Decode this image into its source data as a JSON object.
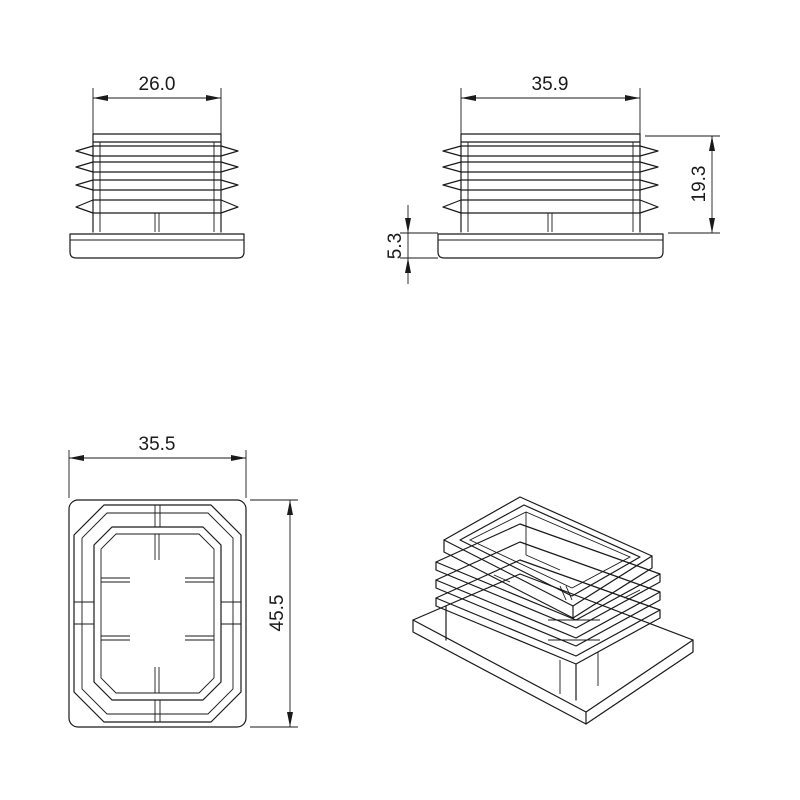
{
  "views": {
    "front": {
      "dimension_width": "26.0"
    },
    "side": {
      "dimension_width": "35.9",
      "dimension_height": "19.3",
      "dimension_flange": "5.3"
    },
    "top": {
      "dimension_width": "35.5",
      "dimension_height": "45.5"
    },
    "isometric": {}
  },
  "colors": {
    "line": "#1a1a1a",
    "background": "#ffffff"
  }
}
